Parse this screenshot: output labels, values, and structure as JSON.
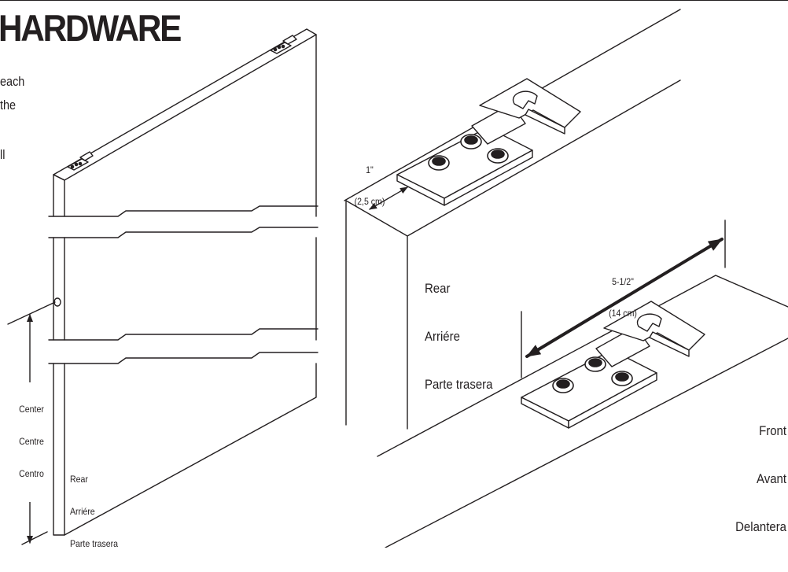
{
  "header": {
    "title": "HARDWARE",
    "intro_lines": [
      "each",
      "the",
      "ll"
    ]
  },
  "left_figure": {
    "rear_label": [
      "Rear",
      "Arriére",
      "Parte trasera"
    ],
    "center_label": [
      "Center",
      "Centre",
      "Centro"
    ]
  },
  "right_figure": {
    "dim_edge": {
      "value": "1\"",
      "metric": "(2,5 cm)"
    },
    "dim_spacing": {
      "value": "5-1/2\"",
      "metric": "(14 cm)"
    },
    "rear_label": [
      "Rear",
      "Arriére",
      "Parte trasera"
    ],
    "front_label": [
      "Front",
      "Avant",
      "Delantera"
    ]
  },
  "colors": {
    "ink": "#231f20",
    "paper": "#ffffff"
  }
}
